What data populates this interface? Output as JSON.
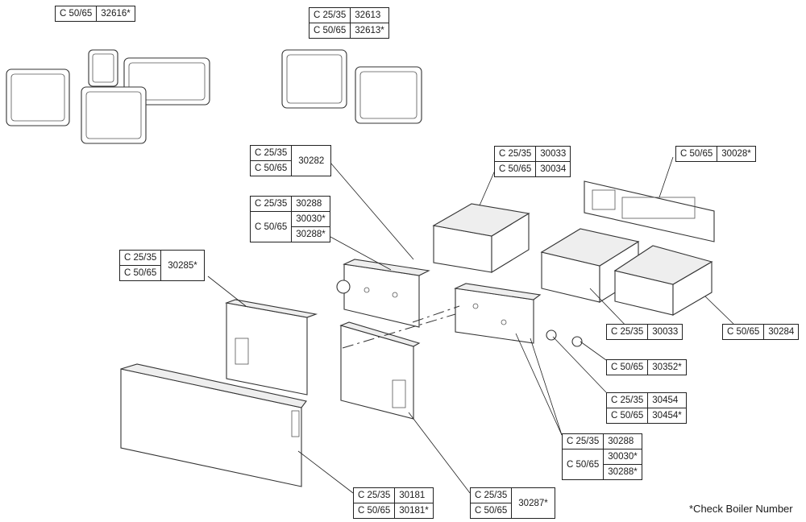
{
  "labels": {
    "gasket_a": {
      "rows": [
        [
          "C 50/65",
          "32616*"
        ]
      ]
    },
    "gasket_b": {
      "rows": [
        [
          "C 25/35",
          "32613"
        ],
        [
          "C 50/65",
          "32613*"
        ]
      ]
    },
    "p30282": {
      "models": [
        "C 25/35",
        "C 50/65"
      ],
      "part": "30282"
    },
    "p30288_top": {
      "model_a": "C 25/35",
      "part_a": "30288",
      "model_b": "C 50/65",
      "parts_b": [
        "30030*",
        "30288*"
      ]
    },
    "p30285": {
      "models": [
        "C 25/35",
        "C 50/65"
      ],
      "part": "30285*"
    },
    "p30033_top": {
      "rows": [
        [
          "C 25/35",
          "30033"
        ],
        [
          "C 50/65",
          "30034"
        ]
      ]
    },
    "p30028": {
      "rows": [
        [
          "C 50/65",
          "30028*"
        ]
      ]
    },
    "p30033_mid": {
      "rows": [
        [
          "C 25/35",
          "30033"
        ]
      ]
    },
    "p30284": {
      "rows": [
        [
          "C 50/65",
          "30284"
        ]
      ]
    },
    "p30352": {
      "rows": [
        [
          "C 50/65",
          "30352*"
        ]
      ]
    },
    "p30454": {
      "rows": [
        [
          "C 25/35",
          "30454"
        ],
        [
          "C 50/65",
          "30454*"
        ]
      ]
    },
    "p30288_bot": {
      "model_a": "C 25/35",
      "part_a": "30288",
      "model_b": "C 50/65",
      "parts_b": [
        "30030*",
        "30288*"
      ]
    },
    "p30181": {
      "rows": [
        [
          "C 25/35",
          "30181"
        ],
        [
          "C 50/65",
          "30181*"
        ]
      ]
    },
    "p30287": {
      "models": [
        "C 25/35",
        "C 50/65"
      ],
      "part": "30287*"
    }
  },
  "footnote": "*Check Boiler Number"
}
